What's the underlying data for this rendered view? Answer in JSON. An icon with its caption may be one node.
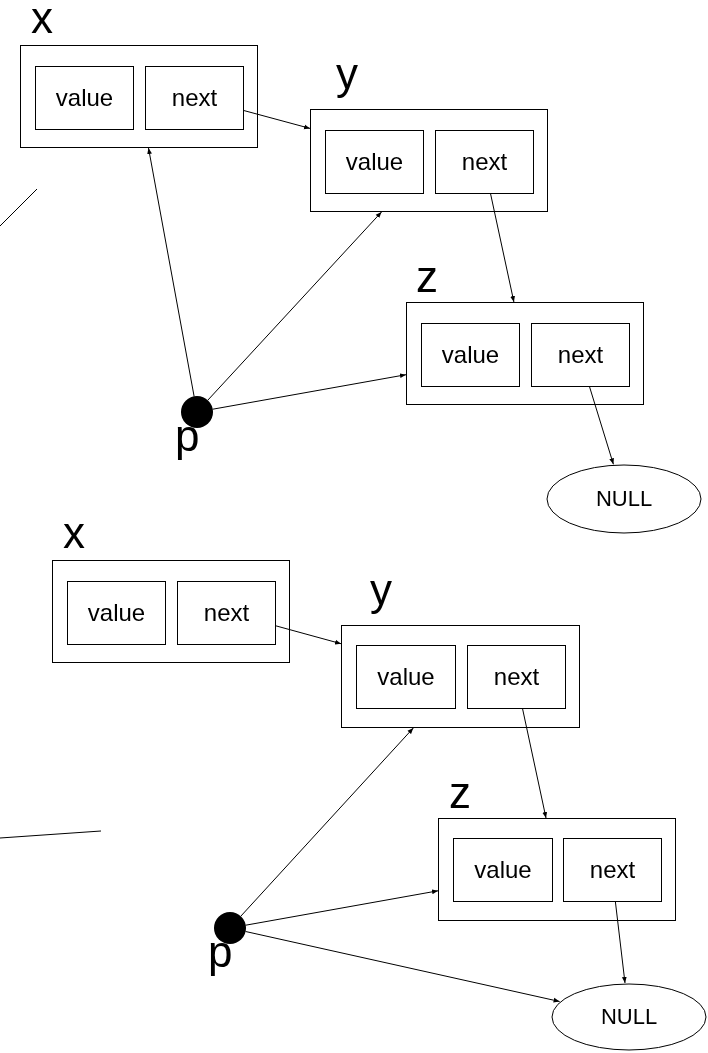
{
  "diagram": {
    "nodes": [
      {
        "text": [
          "x"
        ]
      },
      {
        "text": [
          "value"
        ],
        "in": 0
      },
      {
        "text": [
          "next"
        ],
        "in": 0
      },
      {
        "text": [
          "y"
        ]
      },
      {
        "text": [
          "value"
        ],
        "in": 3
      },
      {
        "text": [
          "next"
        ],
        "in": 3
      },
      {
        "text": [
          "z"
        ]
      },
      {
        "text": [
          "value"
        ],
        "in": 6
      },
      {
        "text": [
          "next"
        ],
        "in": 6
      },
      {
        "text": [
          "p"
        ]
      },
      {
        "text": [
          "NULL"
        ]
      },
      {
        "text": [
          "x"
        ]
      },
      {
        "text": [
          "value"
        ],
        "in": 11
      },
      {
        "text": [
          "next"
        ],
        "in": 11
      },
      {
        "text": [
          "y"
        ]
      },
      {
        "text": [
          "value"
        ],
        "in": 14
      },
      {
        "text": [
          "next"
        ],
        "in": 14
      },
      {
        "text": [
          "z"
        ]
      },
      {
        "text": [
          "value"
        ],
        "in": 17
      },
      {
        "text": [
          "next"
        ],
        "in": 17
      },
      {
        "text": [
          "p"
        ]
      },
      {
        "text": [
          "NULL"
        ]
      }
    ],
    "edges": [
      {
        "from": 2,
        "to": 3,
        "arrow": "to"
      },
      {
        "from": 9,
        "to": 0,
        "arrow": "to"
      },
      {
        "from": 9,
        "to": 3,
        "arrow": "to"
      },
      {
        "from": 9,
        "to": 6,
        "arrow": "to"
      },
      {
        "from": 5,
        "to": 6,
        "arrow": "to"
      },
      {
        "from": 8,
        "to": 10,
        "arrow": "to"
      },
      {
        "from": 13,
        "to": 14,
        "arrow": "to"
      },
      {
        "from": 20,
        "to": 14,
        "arrow": "to"
      },
      {
        "from": 20,
        "to": 17,
        "arrow": "to"
      },
      {
        "from": 16,
        "to": 17,
        "arrow": "to"
      },
      {
        "from": 19,
        "to": 21,
        "arrow": "to"
      },
      {
        "from": 20,
        "to": 21,
        "arrow": "to"
      }
    ]
  }
}
